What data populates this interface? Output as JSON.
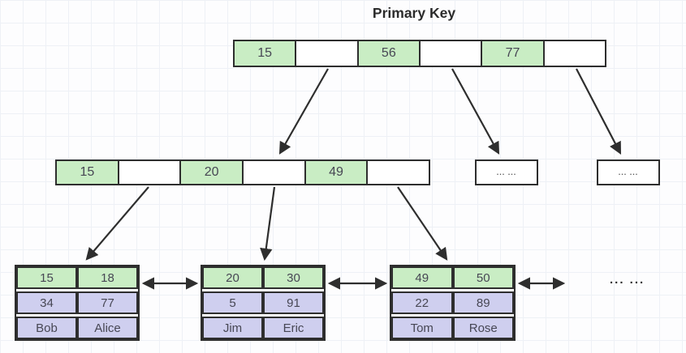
{
  "title": "Primary Key",
  "colors": {
    "key_fill": "#c9edc4",
    "data_fill": "#cfcfef",
    "border": "#2e2e2e",
    "background": "#fdfdfe"
  },
  "root_node": {
    "cells": [
      "15",
      "",
      "56",
      "",
      "77",
      ""
    ]
  },
  "internal_node": {
    "cells": [
      "15",
      "",
      "20",
      "",
      "49",
      ""
    ]
  },
  "overflow_nodes": {
    "left": "... ...",
    "right": "... ..."
  },
  "leaf_nodes": [
    {
      "keys": [
        "15",
        "18"
      ],
      "values": [
        "34",
        "77"
      ],
      "names": [
        "Bob",
        "Alice"
      ]
    },
    {
      "keys": [
        "20",
        "30"
      ],
      "values": [
        "5",
        "91"
      ],
      "names": [
        "Jim",
        "Eric"
      ]
    },
    {
      "keys": [
        "49",
        "50"
      ],
      "values": [
        "22",
        "89"
      ],
      "names": [
        "Tom",
        "Rose"
      ]
    }
  ],
  "trailing_ellipsis": "... ..."
}
